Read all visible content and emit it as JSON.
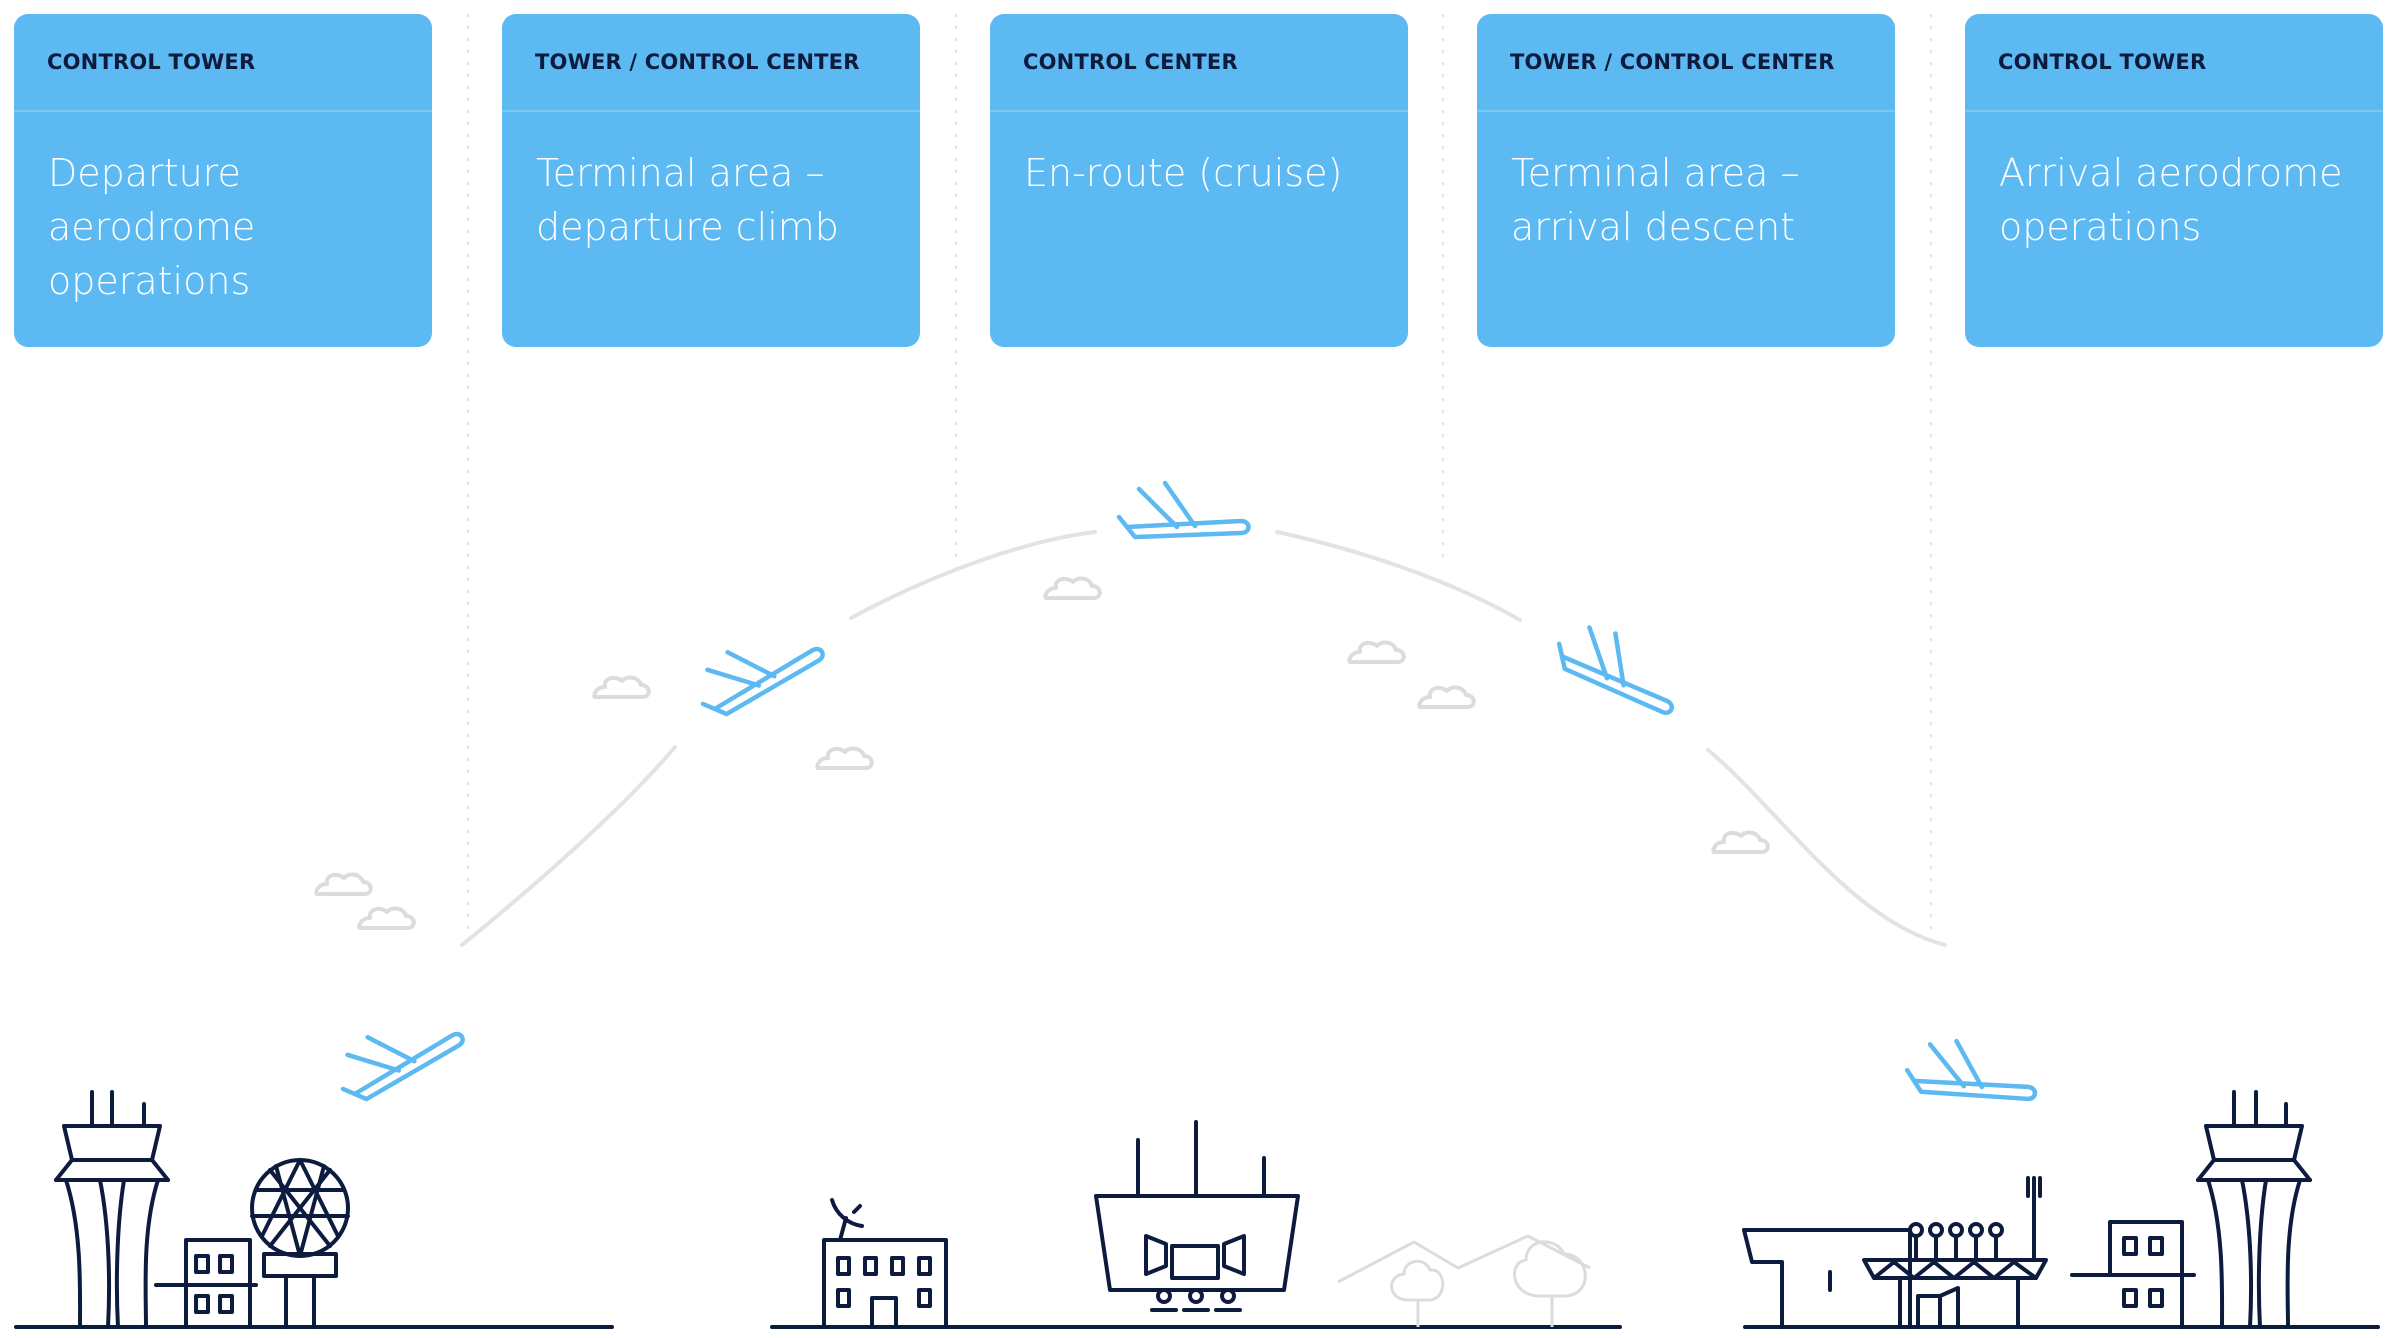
{
  "phases": [
    {
      "authority": "CONTROL TOWER",
      "lines": [
        "Departure",
        "aerodrome",
        "operations"
      ]
    },
    {
      "authority": "TOWER / CONTROL CENTER",
      "lines": [
        "Terminal area –",
        "departure climb",
        ""
      ]
    },
    {
      "authority": "CONTROL CENTER",
      "lines": [
        "En-route (cruise)",
        "",
        ""
      ]
    },
    {
      "authority": "TOWER / CONTROL CENTER",
      "lines": [
        "Terminal area –",
        "arrival descent",
        ""
      ]
    },
    {
      "authority": "CONTROL TOWER",
      "lines": [
        "Arrival aerodrome",
        "operations",
        ""
      ]
    }
  ],
  "colors": {
    "card": "#5db9f1",
    "authority_text": "#0d1b3e",
    "phase_text": "#ffffff",
    "plane": "#5db9f1",
    "ground_icons": "#0d1b3e",
    "path_and_clouds": "#dcdcdc"
  },
  "icons": {
    "aircraft": "airplane-icon",
    "cloud": "cloud-icon",
    "departure_airport": [
      "control-tower-icon",
      "terminal-building-icon",
      "radar-dome-icon"
    ],
    "enroute_ground": [
      "area-control-building-icon",
      "control-room-icon",
      "mountains-trees-icon"
    ],
    "arrival_airport": [
      "hangar-icon",
      "terminal-building-icon",
      "control-tower-icon"
    ]
  }
}
